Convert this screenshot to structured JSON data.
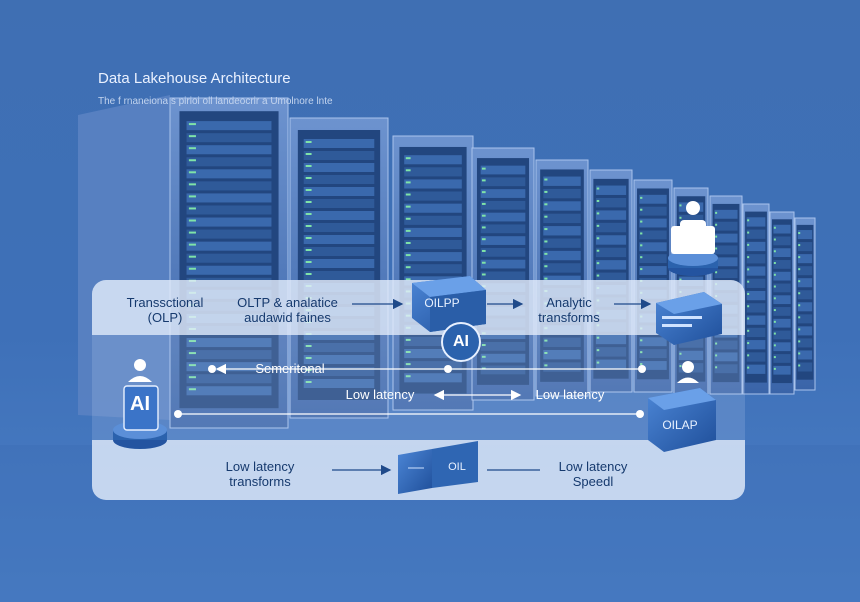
{
  "header": {
    "title": "Data Lakehouse Architecture",
    "subtitle": "The f rnaneiona s pirioi oll landeocrir a Umolnore lnte"
  },
  "flow": {
    "top": {
      "source": "Transsctional\n(OLP)",
      "middle": "OLTP & analatice\naudawid faines",
      "box": "OILPP",
      "target": "Analytic\ntransforms"
    },
    "semantic": "Semeritonal",
    "latency_left": "Low latency",
    "latency_right": "Low latency",
    "olap": "OILAP",
    "bottom": {
      "source": "Low latency\ntransforms",
      "box": "OIL",
      "target": "Low latency\nSpeedl"
    },
    "ai_badge": "AI",
    "ai_node": "AI"
  },
  "colors": {
    "background": "#3f6fb3",
    "panel": "#e2ecfa",
    "text": "#163a6e",
    "accent": "#2b62ad"
  },
  "icons": [
    "server-rack-icon",
    "person-icon",
    "ai-node-icon",
    "cube-icon",
    "arrow-icon"
  ]
}
